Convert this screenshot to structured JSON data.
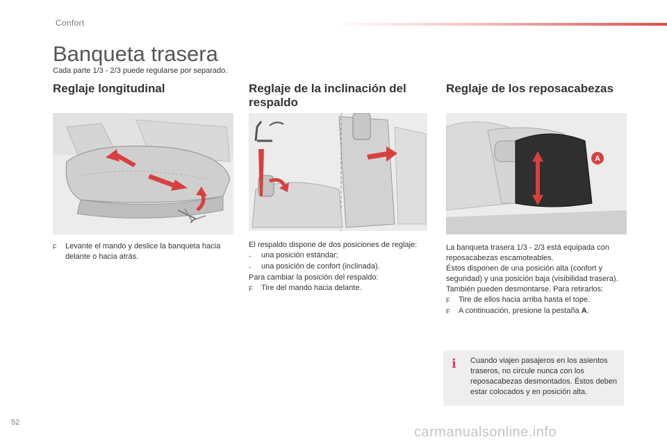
{
  "header": {
    "section_label": "Confort",
    "title": "Banqueta trasera",
    "subtitle": "Cada parte 1/3 - 2/3 puede regularse por separado."
  },
  "columns": {
    "longitudinal": {
      "heading": "Reglaje longitudinal",
      "bullet_symbol": "F",
      "bullets": [
        "Levante el mando y deslice la banqueta hacia delante o hacia atrás."
      ]
    },
    "inclinacion": {
      "heading": "Reglaje de la inclinación del respaldo",
      "intro": "El respaldo dispone de dos posiciones de reglaje:",
      "dash_items": [
        "una posición estándar;",
        "una posición de confort (inclinada)."
      ],
      "dash_symbol": "-",
      "change_text": "Para cambiar la posición del respaldo:",
      "bullet_symbol": "F",
      "bullets": [
        "Tire del mando hacia delante."
      ]
    },
    "reposacabezas": {
      "heading": "Reglaje de los reposacabezas",
      "intro": "La banqueta trasera 1/3 - 2/3 está equipada con reposacabezas escamoteables.",
      "positions": "Éstos disponen de una posición alta (confort y seguridad) y una posición baja (visibilidad trasera).",
      "remove": "También pueden desmontarse. Para retirarlos:",
      "bullet_symbol": "F",
      "bullets": [
        "Tire de ellos hacia arriba hasta el tope.",
        "A continuación, presione la pestaña "
      ],
      "tab_letter": "A",
      "tab_end": ".",
      "image_label": "A"
    }
  },
  "info_box": {
    "icon": "i",
    "text": "Cuando viajen pasajeros en los asientos traseros, no circule nunca con los reposacabezas desmontados. Éstos deben estar colocados y en posición alta."
  },
  "footer": {
    "page_number": "52",
    "watermark": "carmanualsonline.info"
  },
  "colors": {
    "accent_red": "#e04b4b",
    "info_pink": "#d6397a",
    "info_bg": "#eeeeee"
  }
}
